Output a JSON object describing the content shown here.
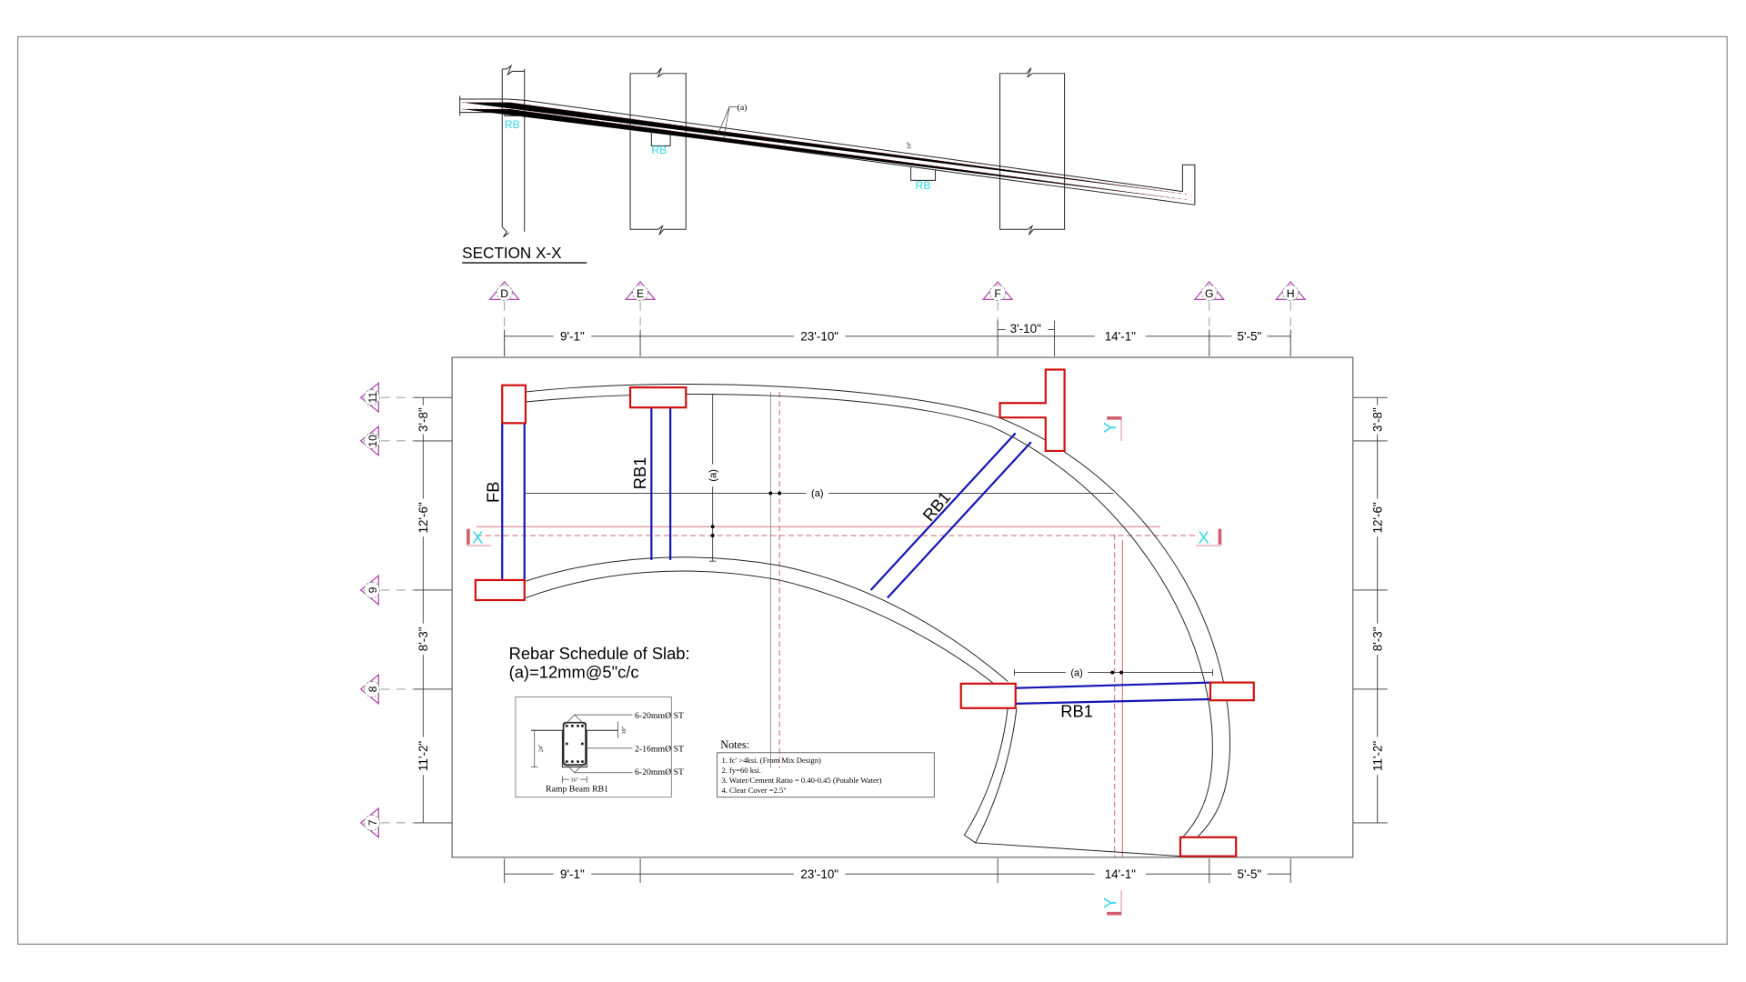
{
  "section": {
    "title": "SECTION X-X",
    "rb_label": "RB",
    "leader_label": "(a)",
    "thickness_label": "10\""
  },
  "grid": {
    "columns": [
      "D",
      "E",
      "F",
      "G",
      "H"
    ],
    "rows": [
      "11",
      "10",
      "9",
      "8",
      "7"
    ]
  },
  "dimensions": {
    "top": [
      "9'-1\"",
      "23'-10\"",
      "14'-1\"",
      "5'-5\""
    ],
    "top_extra": "3'-10\"",
    "bottom": [
      "9'-1\"",
      "23'-10\"",
      "14'-1\"",
      "5'-5\""
    ],
    "left": [
      "3'-8\"",
      "12'-6\"",
      "8'-3\"",
      "11'-2\""
    ],
    "right": [
      "3'-8\"",
      "12'-6\"",
      "8'-3\"",
      "11'-2\""
    ]
  },
  "plan": {
    "beam_fb": "FB",
    "beam_rb1": "RB1",
    "rebar_label": "(a)",
    "cut_x": "X",
    "cut_y": "Y"
  },
  "schedule": {
    "title": "Rebar Schedule of Slab:",
    "value": "(a)=12mm@5\"c/c"
  },
  "beam_detail": {
    "top_bars": "6-20mmØ ST",
    "mid_bars": "2-16mmØ ST",
    "bottom_bars": "6-20mmØ ST",
    "depth": "24\"",
    "flange": "10\"",
    "width": "16\"",
    "caption": "Ramp Beam RB1"
  },
  "notes": {
    "title": "Notes:",
    "items": [
      "1. fc' >4ksi. (From Mix Design)",
      "2. fy=60 ksi.",
      "3. Water/Cement Ratio = 0.40-0.45 (Potable Water)",
      "4. Clear Cover =2.5\""
    ]
  },
  "colors": {
    "column": "#d01010",
    "beam": "#1515b5",
    "cut_label": "#30d8e8",
    "grid_bubble": "#b040b0"
  }
}
